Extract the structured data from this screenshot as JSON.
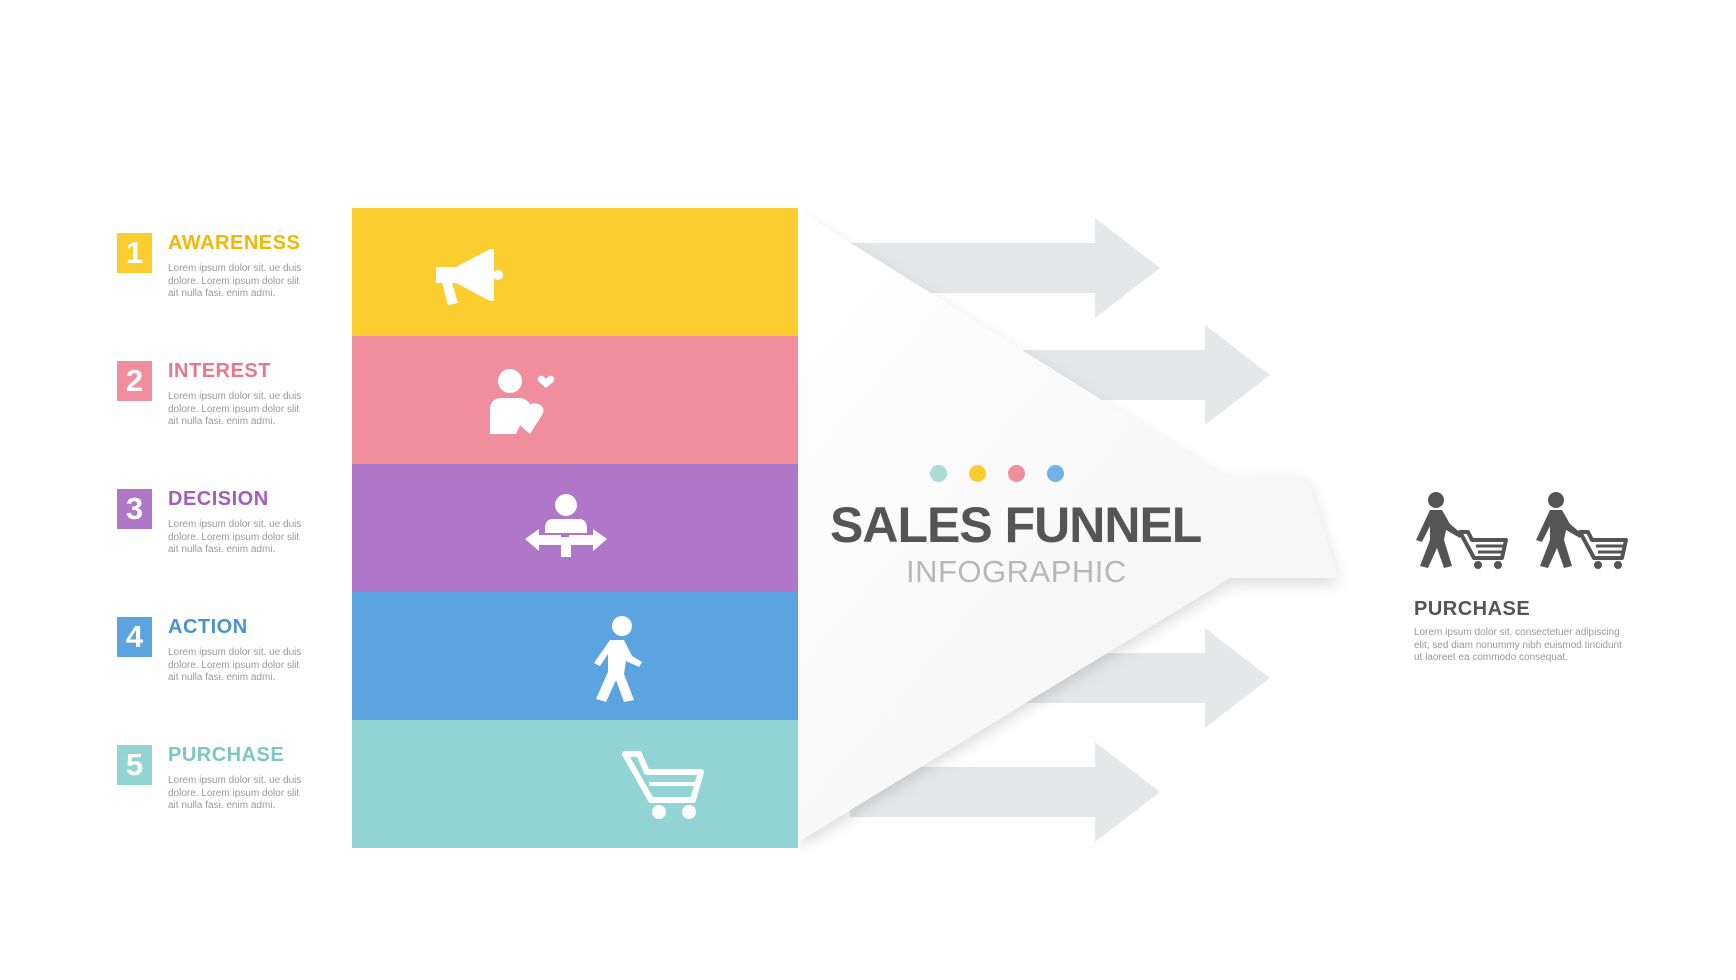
{
  "colors": {
    "awareness": "#FCCD2E",
    "interest": "#F08E9E",
    "decision": "#B076C7",
    "action": "#5BA4E0",
    "purchase": "#92D3D3",
    "arrow_gray": "#E6E7E8",
    "title_gray": "#555555"
  },
  "stages": [
    {
      "number": "1",
      "title": "AWARENESS",
      "desc_lines": [
        "Lorem ipsum dolor sit. ue duis",
        "dolore. Lorem ipsum dolor slit",
        "ait nulla fasi. enim admi."
      ],
      "icon": "megaphone-icon",
      "color": "#FCCD2E",
      "title_color": "#F2B705"
    },
    {
      "number": "2",
      "title": "INTEREST",
      "desc_lines": [
        "Lorem ipsum dolor sit. ue duis",
        "dolore. Lorem ipsum dolor slit",
        "ait nulla fasi. enim admi."
      ],
      "icon": "person-heart-icon",
      "color": "#F08E9E",
      "title_color": "#E8778A"
    },
    {
      "number": "3",
      "title": "DECISION",
      "desc_lines": [
        "Lorem ipsum dolor sit. ue duis",
        "dolore. Lorem ipsum dolor slit",
        "ait nulla fasi. enim admi."
      ],
      "icon": "person-direction-arrows-icon",
      "color": "#B076C7",
      "title_color": "#A35EBD"
    },
    {
      "number": "4",
      "title": "ACTION",
      "desc_lines": [
        "Lorem ipsum dolor sit. ue duis",
        "dolore. Lorem ipsum dolor slit",
        "ait nulla fasi. enim admi."
      ],
      "icon": "walking-person-icon",
      "color": "#5BA4E0",
      "title_color": "#4A93D2"
    },
    {
      "number": "5",
      "title": "PURCHASE",
      "desc_lines": [
        "Lorem ipsum dolor sit. ue duis",
        "dolore. Lorem ipsum dolor slit",
        "ait nulla fasi. enim admi."
      ],
      "icon": "shopping-cart-icon",
      "color": "#92D3D3",
      "title_color": "#7CC6C6"
    }
  ],
  "title": {
    "main": "SALES FUNNEL",
    "sub": "INFOGRAPHIC",
    "dot_colors": [
      "#A8DCD4",
      "#FCCD2E",
      "#F08E9E",
      "#6FB2E8"
    ]
  },
  "result": {
    "title": "PURCHASE",
    "desc_lines": [
      "Lorem ipsum dolor sit. consectetuer adipiscing",
      "elit, sed diam nonummy nibh euismod tincidunt",
      "ut laoreet ea commodo consequat."
    ],
    "icons": [
      "person-pushing-cart-icon",
      "person-pushing-cart-icon"
    ]
  }
}
